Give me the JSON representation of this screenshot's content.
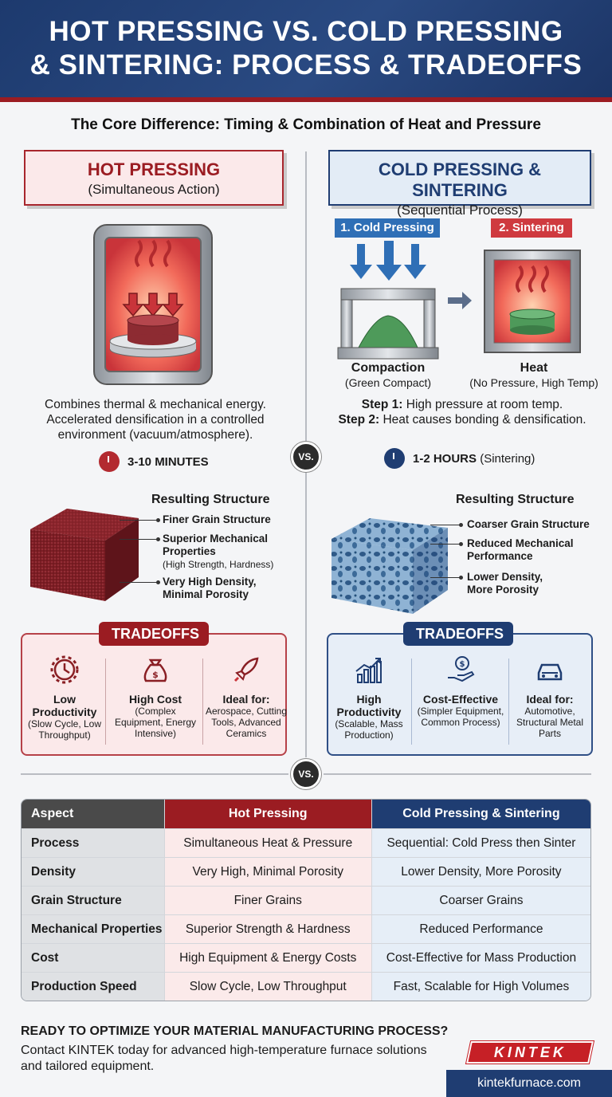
{
  "header": {
    "line1": "HOT PRESSING VS. COLD PRESSING",
    "line2": "& SINTERING: PROCESS & TRADEOFFS"
  },
  "subtitle": "The Core Difference: Timing & Combination of Heat and Pressure",
  "vs_label": "VS.",
  "hot": {
    "title": "HOT PRESSING",
    "subtitle": "(Simultaneous Action)",
    "desc": [
      "Combines thermal & mechanical energy.",
      "Accelerated densification in a controlled",
      "environment (vacuum/atmosphere)."
    ],
    "time": "3-10 MINUTES",
    "structure_title": "Resulting Structure",
    "bullets": [
      {
        "label": "Finer Grain Structure"
      },
      {
        "label": "Superior Mechanical",
        "label2": "Properties",
        "note": "(High Strength, Hardness)"
      },
      {
        "label": "Very High Density,",
        "label2": "Minimal Porosity"
      }
    ],
    "tradeoffs_label": "TRADEOFFS",
    "tradeoffs": [
      {
        "head1": "Low",
        "head2": "Productivity",
        "note": "(Slow Cycle, Low Throughput)"
      },
      {
        "head1": "High Cost",
        "note": "(Complex Equipment, Energy Intensive)"
      },
      {
        "head1": "Ideal for:",
        "note": "Aerospace, Cutting Tools, Advanced Ceramics"
      }
    ]
  },
  "cold": {
    "title": "COLD PRESSING & SINTERING",
    "subtitle": "(Sequential Process)",
    "step1_tag": "1. Cold Pressing",
    "step2_tag": "2. Sintering",
    "step1_caption": "Compaction",
    "step1_note": "(Green Compact)",
    "step2_caption": "Heat",
    "step2_note": "(No Pressure, High Temp)",
    "step1_label": "Step 1:",
    "step1_text": " High pressure at room temp.",
    "step2_label": "Step 2:",
    "step2_text": " Heat causes bonding & densification.",
    "time": "1-2 HOURS",
    "time_note": " (Sintering)",
    "structure_title": "Resulting Structure",
    "bullets": [
      {
        "label": "Coarser Grain Structure"
      },
      {
        "label": "Reduced Mechanical",
        "label2": "Performance"
      },
      {
        "label": "Lower Density,",
        "label2": "More Porosity"
      }
    ],
    "tradeoffs_label": "TRADEOFFS",
    "tradeoffs": [
      {
        "head1": "High",
        "head2": "Productivity",
        "note": "(Scalable, Mass Production)"
      },
      {
        "head1": "Cost-Effective",
        "note": "(Simpler Equipment, Common Process)"
      },
      {
        "head1": "Ideal for:",
        "note": "Automotive, Structural Metal Parts"
      }
    ]
  },
  "table": {
    "headers": [
      "Aspect",
      "Hot Pressing",
      "Cold Pressing & Sintering"
    ],
    "rows": [
      [
        "Process",
        "Simultaneous Heat & Pressure",
        "Sequential: Cold Press then Sinter"
      ],
      [
        "Density",
        "Very High, Minimal Porosity",
        "Lower Density, More Porosity"
      ],
      [
        "Grain Structure",
        "Finer Grains",
        "Coarser Grains"
      ],
      [
        "Mechanical Properties",
        "Superior Strength & Hardness",
        "Reduced Performance"
      ],
      [
        "Cost",
        "High Equipment & Energy Costs",
        "Cost-Effective for Mass Production"
      ],
      [
        "Production Speed",
        "Slow Cycle, Low Throughput",
        "Fast, Scalable for High Volumes"
      ]
    ]
  },
  "cta": {
    "heading": "READY TO OPTIMIZE YOUR MATERIAL MANUFACTURING PROCESS?",
    "text": "Contact KINTEK today for advanced high-temperature furnace solutions and tailored equipment.",
    "logo": "KINTEK",
    "url": "kintekfurnace.com"
  },
  "colors": {
    "hot": "#9b1c22",
    "cold": "#1f3d72",
    "header_bg": "#1d3a6e"
  }
}
